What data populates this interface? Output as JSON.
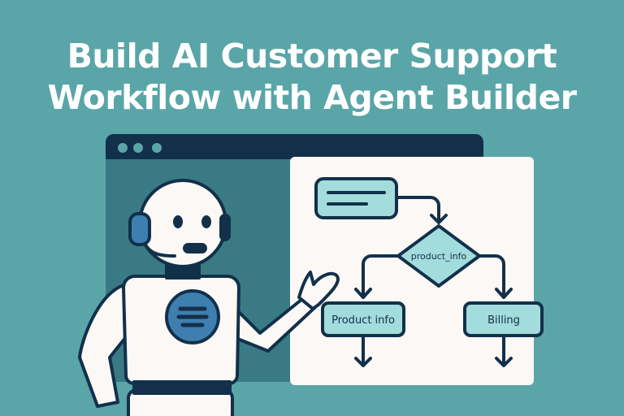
{
  "title": {
    "line1": "Build AI Customer Support",
    "line2": "Workflow with Agent Builder"
  },
  "flowchart": {
    "decision_label": "product_info",
    "branch_left_label": "Product info",
    "branch_right_label": "Billing"
  },
  "colors": {
    "background": "#5aa5a8",
    "dark": "#12304a",
    "node_fill": "#a3dcdc",
    "accent_blue": "#3f7fb0"
  }
}
